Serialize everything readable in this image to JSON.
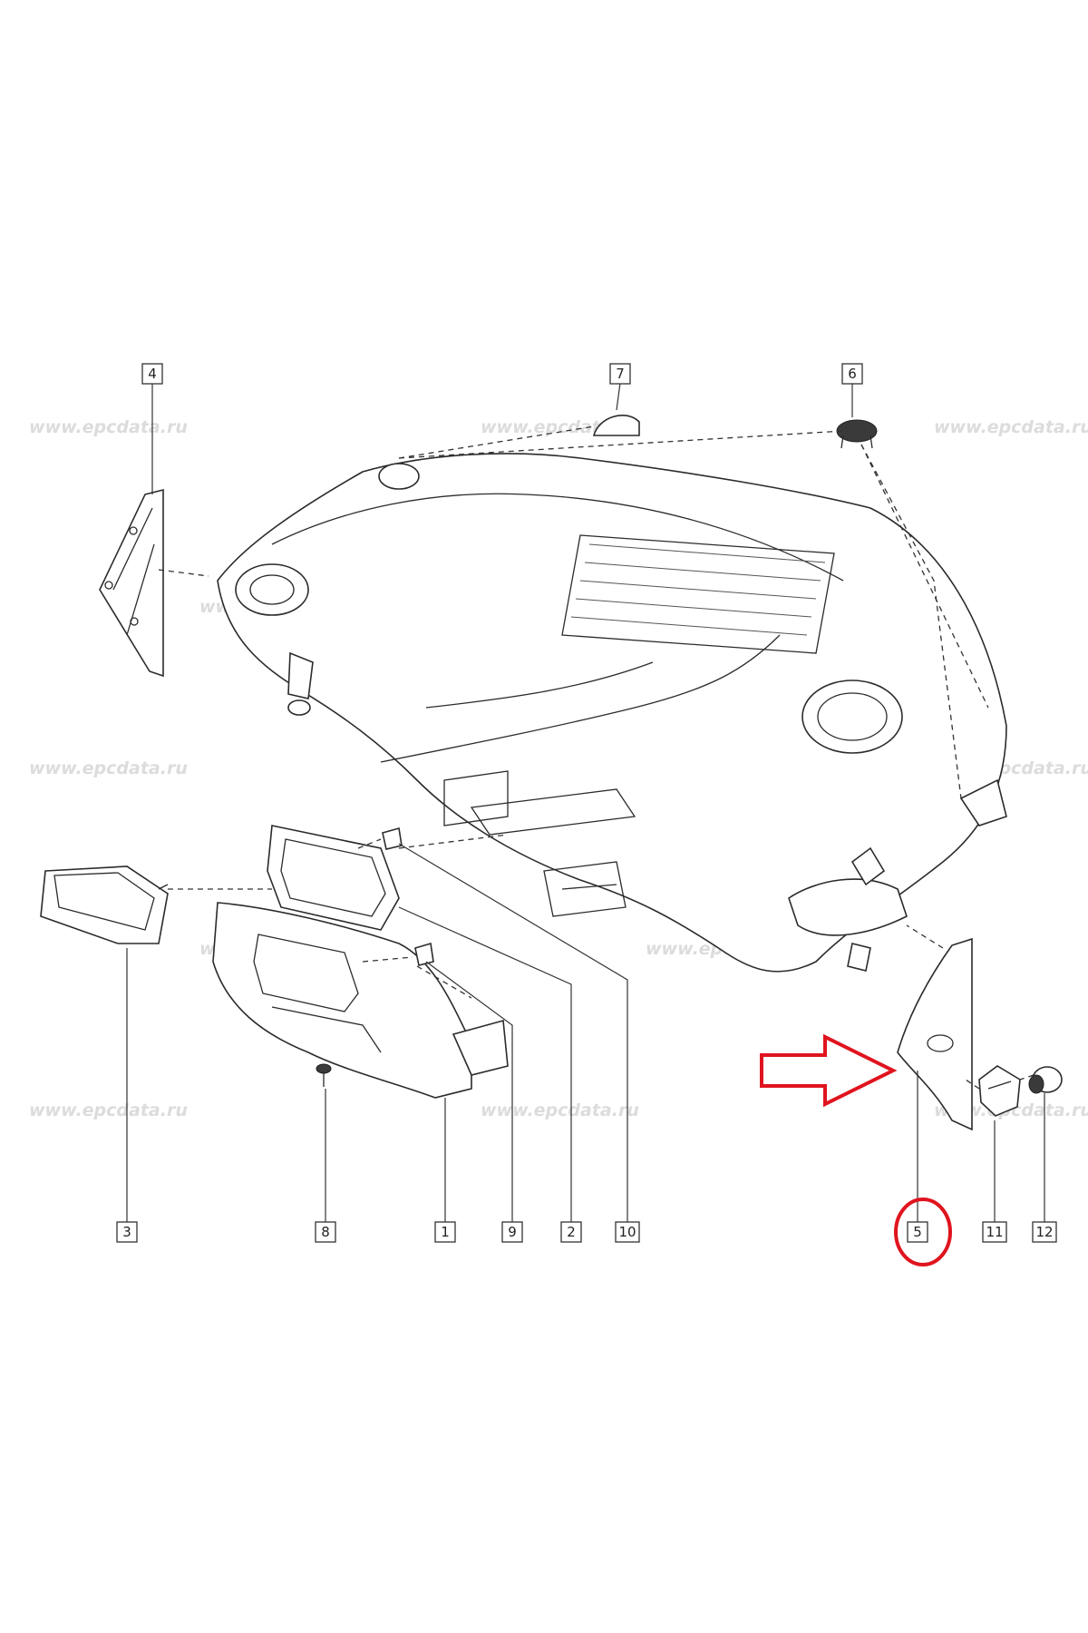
{
  "watermark": {
    "text": "www.epcdata.ru"
  },
  "callouts": [
    {
      "id": "1",
      "label": "1"
    },
    {
      "id": "2",
      "label": "2"
    },
    {
      "id": "3",
      "label": "3"
    },
    {
      "id": "4",
      "label": "4"
    },
    {
      "id": "5",
      "label": "5"
    },
    {
      "id": "6",
      "label": "6"
    },
    {
      "id": "7",
      "label": "7"
    },
    {
      "id": "8",
      "label": "8"
    },
    {
      "id": "9",
      "label": "9"
    },
    {
      "id": "10",
      "label": "10"
    },
    {
      "id": "11",
      "label": "11"
    },
    {
      "id": "12",
      "label": "12"
    }
  ],
  "highlight": {
    "part_label": "5",
    "color": "#e0141e"
  },
  "colors": {
    "line": "#2b2b2b",
    "watermark": "#dcdcdc",
    "highlight": "#e0141e"
  }
}
